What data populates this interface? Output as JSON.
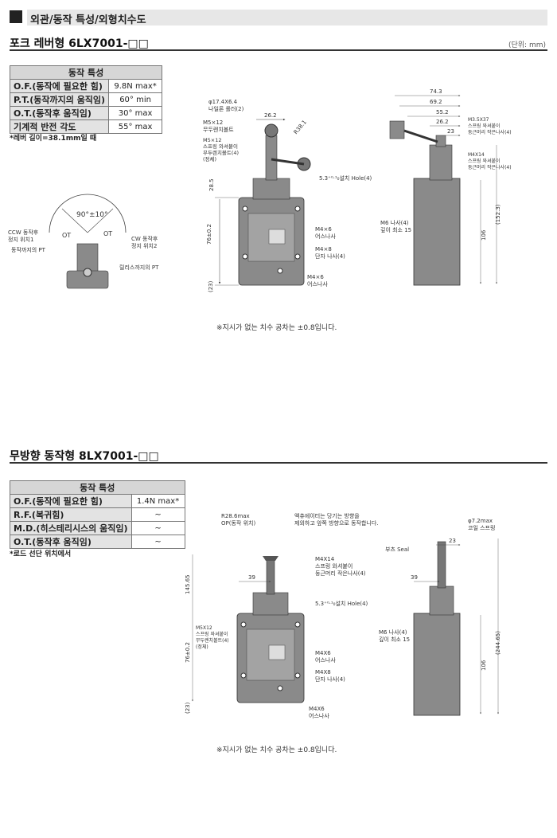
{
  "header": {
    "title": "외관/동작 특성/외형치수도"
  },
  "section1": {
    "title": "포크 레버형 6LX7001-□□",
    "unit": "(단위: mm)",
    "table_header": "동작 특성",
    "rows": [
      {
        "k": "O.F.(동작에 필요한 힘)",
        "v": "9.8N max*"
      },
      {
        "k": "P.T.(동작까지의 움직임)",
        "v": "60° min"
      },
      {
        "k": "O.T.(동작후 움직임)",
        "v": "30° max"
      },
      {
        "k": "기계적 반전 각도",
        "v": "55° max"
      }
    ],
    "note": "*레버 길이=38.1mm일 때",
    "tolerance": "※지시가 없는 치수 공차는 ±0.8입니다.",
    "labels": {
      "ccw": "CCW 동작후",
      "ccw2": "정지 위치1",
      "cw": "CW 동작후",
      "cw2": "정지 위치2",
      "pt_l": "동작까지의 PT",
      "pt_r": "릴리스까지의 PT",
      "ang": "90°±10°",
      "ot": "OT",
      "roller": "φ17.4X6.4",
      "roller2": "나일론 롤러(2)",
      "m5a": "M5×12",
      "m5a2": "무두렌치볼트",
      "m5b": "M5×12",
      "m5b2": "스프링 와셔붙이",
      "m5b3": "무두렌치볼트(4)",
      "m5b4": "(정체)",
      "d262": "26.2",
      "r38": "R38.1",
      "d285": "28.5",
      "hole": "5.3⁺⁰·¹₀설치 Hole(4)",
      "m46": "M4×6",
      "m46b": "어스나사",
      "m48": "M4×8",
      "m48b": "단자 나사(4)",
      "m46c": "M4×6",
      "m46d": "어스나사",
      "d76": "76±0.2",
      "d23": "(23)",
      "d743": "74.3",
      "d692": "69.2",
      "d552": "55.2",
      "d262r": "26.2",
      "d23r": "23",
      "m3": "M3.5X37",
      "m3b": "스프링 와셔붙이",
      "m3c": "둥근머리 작은나사(4)",
      "m414": "M4X14",
      "m414b": "스프링 와셔붙이",
      "m414c": "둥근머리 작은나사(4)",
      "m6": "M6 나사(4)",
      "m6b": "깊이 최소 15",
      "d106": "106",
      "d1523": "(152.3)"
    }
  },
  "section2": {
    "title": "무방향 동작형 8LX7001-□□",
    "table_header": "동작 특성",
    "rows": [
      {
        "k": "O.F.(동작에 필요한 힘)",
        "v": "1.4N max*"
      },
      {
        "k": "R.F.(복귀힘)",
        "v": "~"
      },
      {
        "k": "M.D.(히스테리시스의 움직임)",
        "v": "~"
      },
      {
        "k": "O.T.(동작후 움직임)",
        "v": "~"
      }
    ],
    "note": "*로드 선단 위치에서",
    "tolerance": "※지시가 없는 치수 공차는 ±0.8입니다.",
    "labels": {
      "r28": "R28.6max",
      "r28b": "OP(동작 위치)",
      "act": "액츄에이터는 당기는 방향을",
      "act2": "제외하고 앞쪽 방향으로 동작합니다.",
      "m414": "M4X14",
      "m414b": "스프링 와셔붙이",
      "m414c": "둥근머리 작은나사(4)",
      "d39": "39",
      "d14565": "145.65",
      "hole": "5.3⁺⁰·¹₀설치 Hole(4)",
      "m512": "M5X12",
      "m512b": "스프링 와셔붙이",
      "m512c": "무두렌치볼트(4)",
      "m512d": "(정체)",
      "d76": "76±0.2",
      "m46": "M4X6",
      "m46b": "어스나사",
      "m48": "M4X8",
      "m48b": "단자 나사(4)",
      "m46c": "M4X6",
      "m46d": "어스나사",
      "d23": "(23)",
      "phi": "φ7.2max",
      "phi2": "코일 스프링",
      "seal": "부츠 Seal",
      "d23r": "23",
      "d39r": "39",
      "m6": "M6 나사(4)",
      "m6b": "깊이 최소 15",
      "d106": "106",
      "d24465": "(244.65)"
    }
  }
}
